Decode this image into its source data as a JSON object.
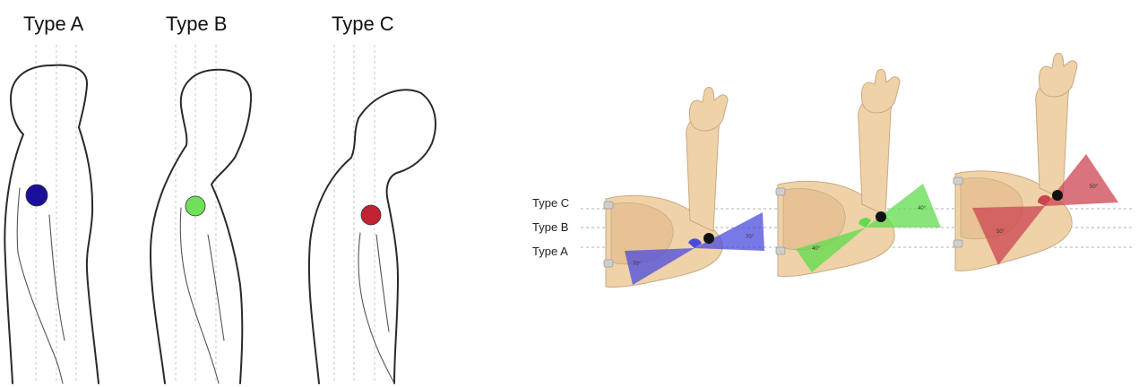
{
  "left_panel": {
    "figures": [
      {
        "label": "Type A",
        "color": "#1a0f9a"
      },
      {
        "label": "Type B",
        "color": "#6ee05a"
      },
      {
        "label": "Type C",
        "color": "#c22232"
      }
    ]
  },
  "right_panel": {
    "levels": [
      {
        "label": "Type C"
      },
      {
        "label": "Type B"
      },
      {
        "label": "Type A"
      }
    ],
    "arms": [
      {
        "type": "Type A",
        "color": "#4b4bdd",
        "angle_upper": "70°",
        "angle_lower": "70°"
      },
      {
        "type": "Type B",
        "color": "#5fdc4c",
        "angle_upper": "40°",
        "angle_lower": "40°"
      },
      {
        "type": "Type C",
        "color": "#cc4450",
        "angle_upper": "50°",
        "angle_lower": "50°"
      }
    ]
  }
}
